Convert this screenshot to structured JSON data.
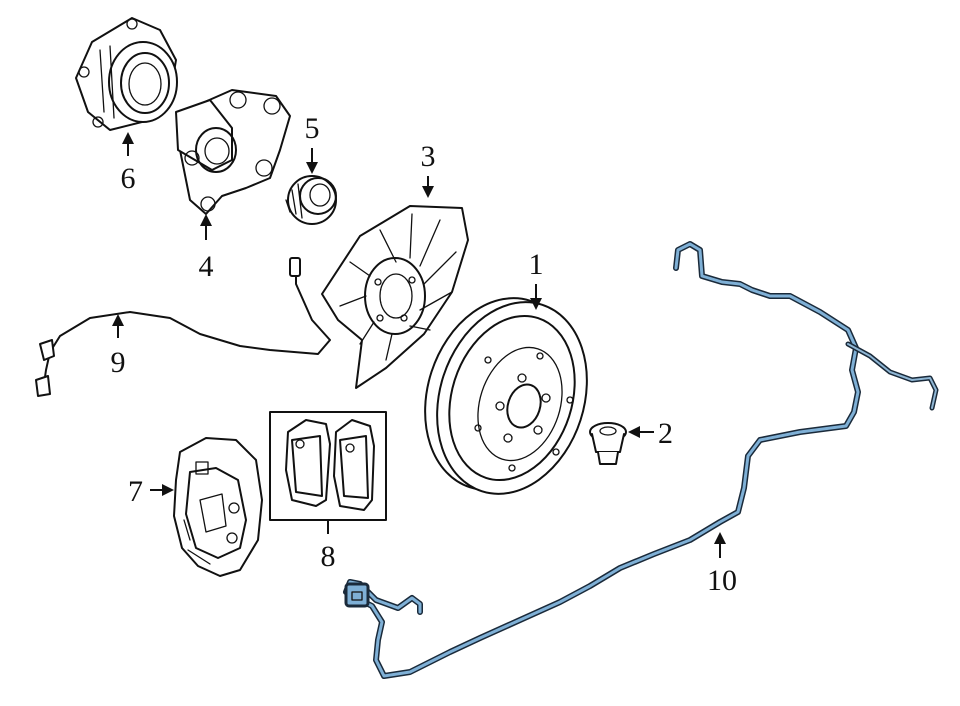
{
  "callouts": {
    "c1": "1",
    "c2": "2",
    "c3": "3",
    "c4": "4",
    "c5": "5",
    "c6": "6",
    "c7": "7",
    "c8": "8",
    "c9": "9",
    "c10": "10"
  },
  "colors": {
    "line": "#111111",
    "pipe_highlight": "#7fb0d6",
    "background": "#ffffff"
  }
}
